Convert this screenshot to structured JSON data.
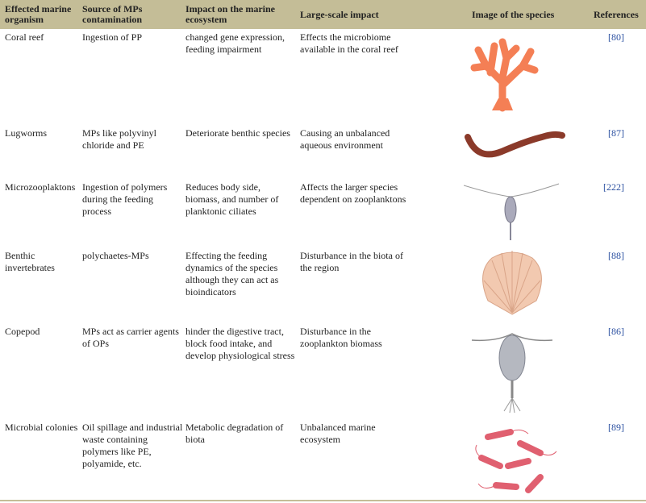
{
  "table": {
    "headers": [
      "Effected marine organism",
      "Source of MPs contamination",
      "Impact on the marine ecosystem",
      "Large-scale impact",
      "Image of the species",
      "References"
    ],
    "rows": [
      {
        "organism": "Coral reef",
        "source": "Ingestion of PP",
        "impact": "changed gene expression, feeding impairment",
        "large": "Effects the microbiome available in the coral reef",
        "image": "coral-image",
        "ref": "[80]"
      },
      {
        "organism": "Lugworms",
        "source": "MPs like polyvinyl chloride and PE",
        "impact": "Deteriorate benthic species",
        "large": "Causing an unbalanced aqueous environment",
        "image": "lugworm-image",
        "ref": "[87]"
      },
      {
        "organism": "Microzooplaktons",
        "source": "Ingestion of polymers during the feeding process",
        "impact": "Reduces body side, biomass, and number of planktonic ciliates",
        "large": "Affects the larger species dependent on zooplanktons",
        "image": "zooplankton-image",
        "ref": "[222]"
      },
      {
        "organism": "Benthic invertebrates",
        "source": "polychaetes-MPs",
        "impact": "Effecting the feeding dynamics of the species although they can act as bioindicators",
        "large": "Disturbance in the biota of the region",
        "image": "shell-image",
        "ref": "[88]"
      },
      {
        "organism": "Copepod",
        "source": "MPs act as carrier agents of OPs",
        "impact": "hinder the digestive tract, block food intake, and develop physiological stress",
        "large": "Disturbance in the zooplankton biomass",
        "image": "copepod-image",
        "ref": "[86]"
      },
      {
        "organism": "Microbial colonies",
        "source": "Oil spillage and industrial waste containing polymers like PE, polyamide, etc.",
        "impact": "Metabolic degradation of biota",
        "large": "Unbalanced marine ecosystem",
        "image": "bacteria-image",
        "ref": "[89]"
      }
    ]
  },
  "colors": {
    "header_bg": "#c4bd97",
    "ref_link": "#2a4fa0",
    "coral": "#f47f55",
    "worm": "#8b3a2a",
    "bacteria": "#e06070"
  }
}
